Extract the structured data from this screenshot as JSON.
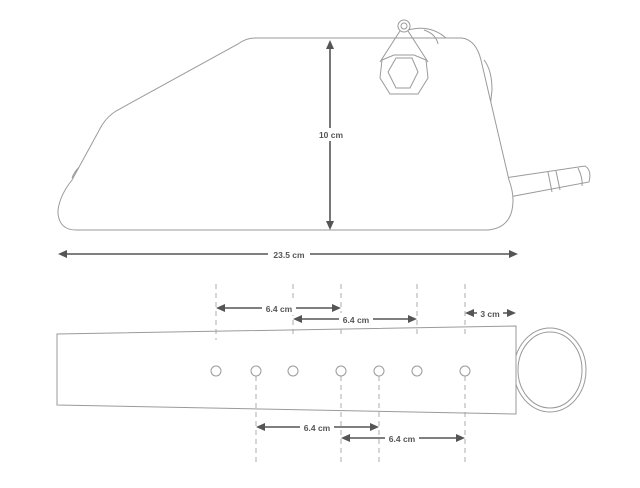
{
  "side_view": {
    "height_label": "10 cm",
    "length_label": "23.5 cm"
  },
  "strap_view": {
    "hole_count": 7,
    "dim_upper_left": "6.4 cm",
    "dim_upper_mid": "6.4 cm",
    "dim_end": "3 cm",
    "dim_lower_left": "6.4 cm",
    "dim_lower_right": "6.4 cm"
  }
}
